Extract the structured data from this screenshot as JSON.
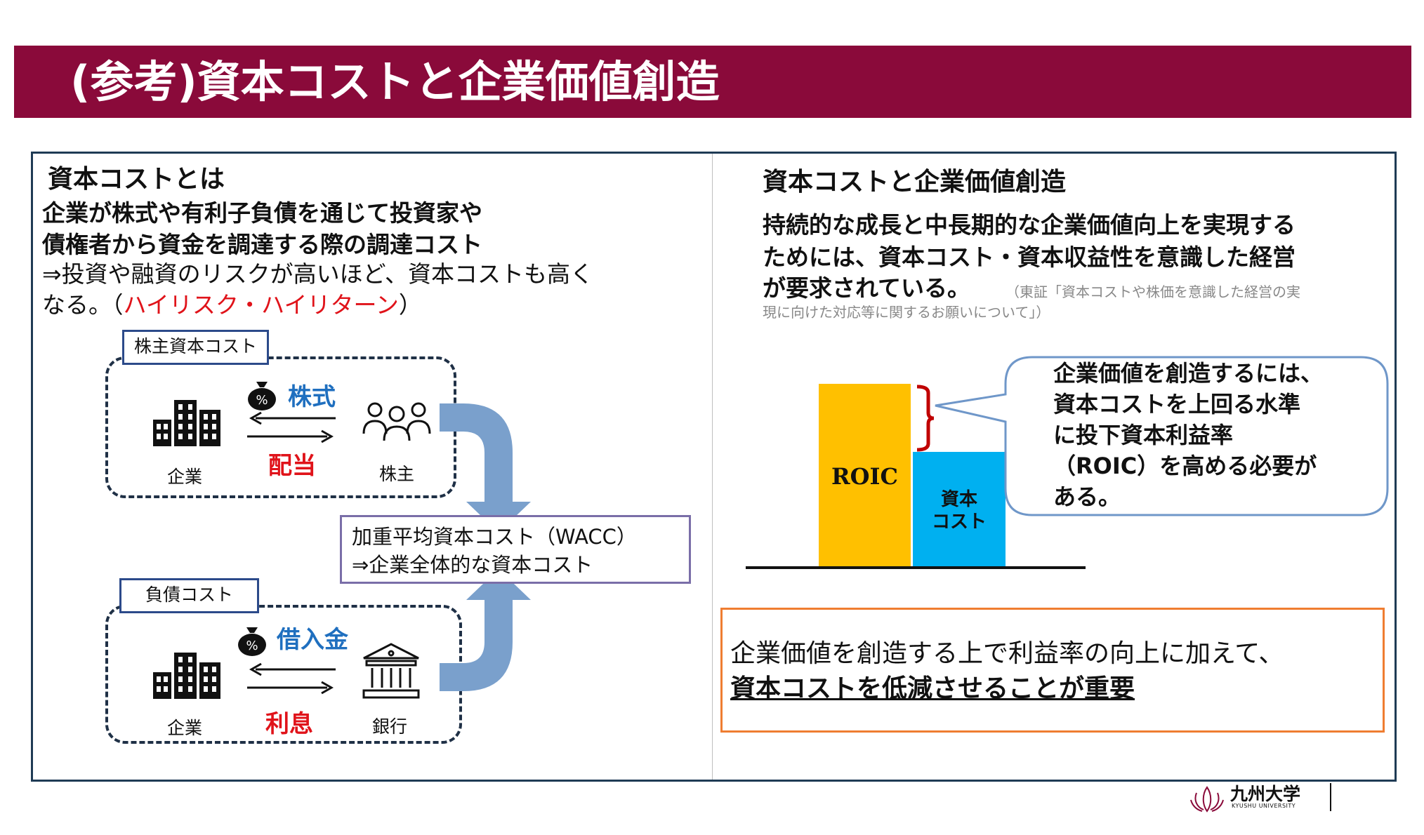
{
  "header": {
    "title": "(参考)資本コストと企業価値創造"
  },
  "left": {
    "heading": "資本コストとは",
    "desc_line1": "企業が株式や有利子負債を通じて投資家や",
    "desc_line2": "債権者から資金を調達する際の調達コスト",
    "desc_line3": "⇒投資や融資のリスクが高いほど、資本コストも高く",
    "desc_line4_a": "なる。（",
    "desc_line4_red": "ハイリスク・ハイリターン",
    "desc_line4_b": "）",
    "equity": {
      "box_label": "株主資本コスト",
      "flow_top": "株式",
      "flow_bottom": "配当",
      "left_label": "企業",
      "right_label": "株主"
    },
    "debt": {
      "box_label": "負債コスト",
      "flow_top": "借入金",
      "flow_bottom": "利息",
      "left_label": "企業",
      "right_label": "銀行"
    },
    "wacc_line1": "加重平均資本コスト（WACC）",
    "wacc_line2": "⇒企業全体的な資本コスト",
    "money_bag_symbol": "%"
  },
  "right": {
    "heading": "資本コストと企業価値創造",
    "desc_line1": "持続的な成長と中長期的な企業価値向上を実現する",
    "desc_line2": "ためには、資本コスト・資本収益性を意識した経営",
    "desc_line3": "が要求されている。",
    "note_line1": "（東証「資本コストや株価を意識した経営の実",
    "note_line2": "現に向けた対応等に関するお願いについて」）",
    "chart": {
      "roic_label": "ROIC",
      "cost_label_1": "資本",
      "cost_label_2": "コスト",
      "roic_color": "#ffc000",
      "cost_color": "#00b0f0"
    },
    "callout": {
      "line1": "企業価値を創造するには、",
      "line2": "資本コストを上回る水準",
      "line3": "に投下資本利益率",
      "line4": "（ROIC）を高める必要が",
      "line5": "ある。"
    },
    "conclusion_line1": "企業価値を創造する上で利益率の向上に加えて、",
    "conclusion_line2": "資本コストを低減させることが重要"
  },
  "footer": {
    "logo_name": "九州大学",
    "logo_sub": "KYUSHU UNIVERSITY"
  },
  "colors": {
    "title_bar": "#8a0a3a",
    "frame": "#1f3b55",
    "arrow": "#7aa0cc",
    "red": "#e0131a",
    "blue": "#1f6fbf"
  }
}
